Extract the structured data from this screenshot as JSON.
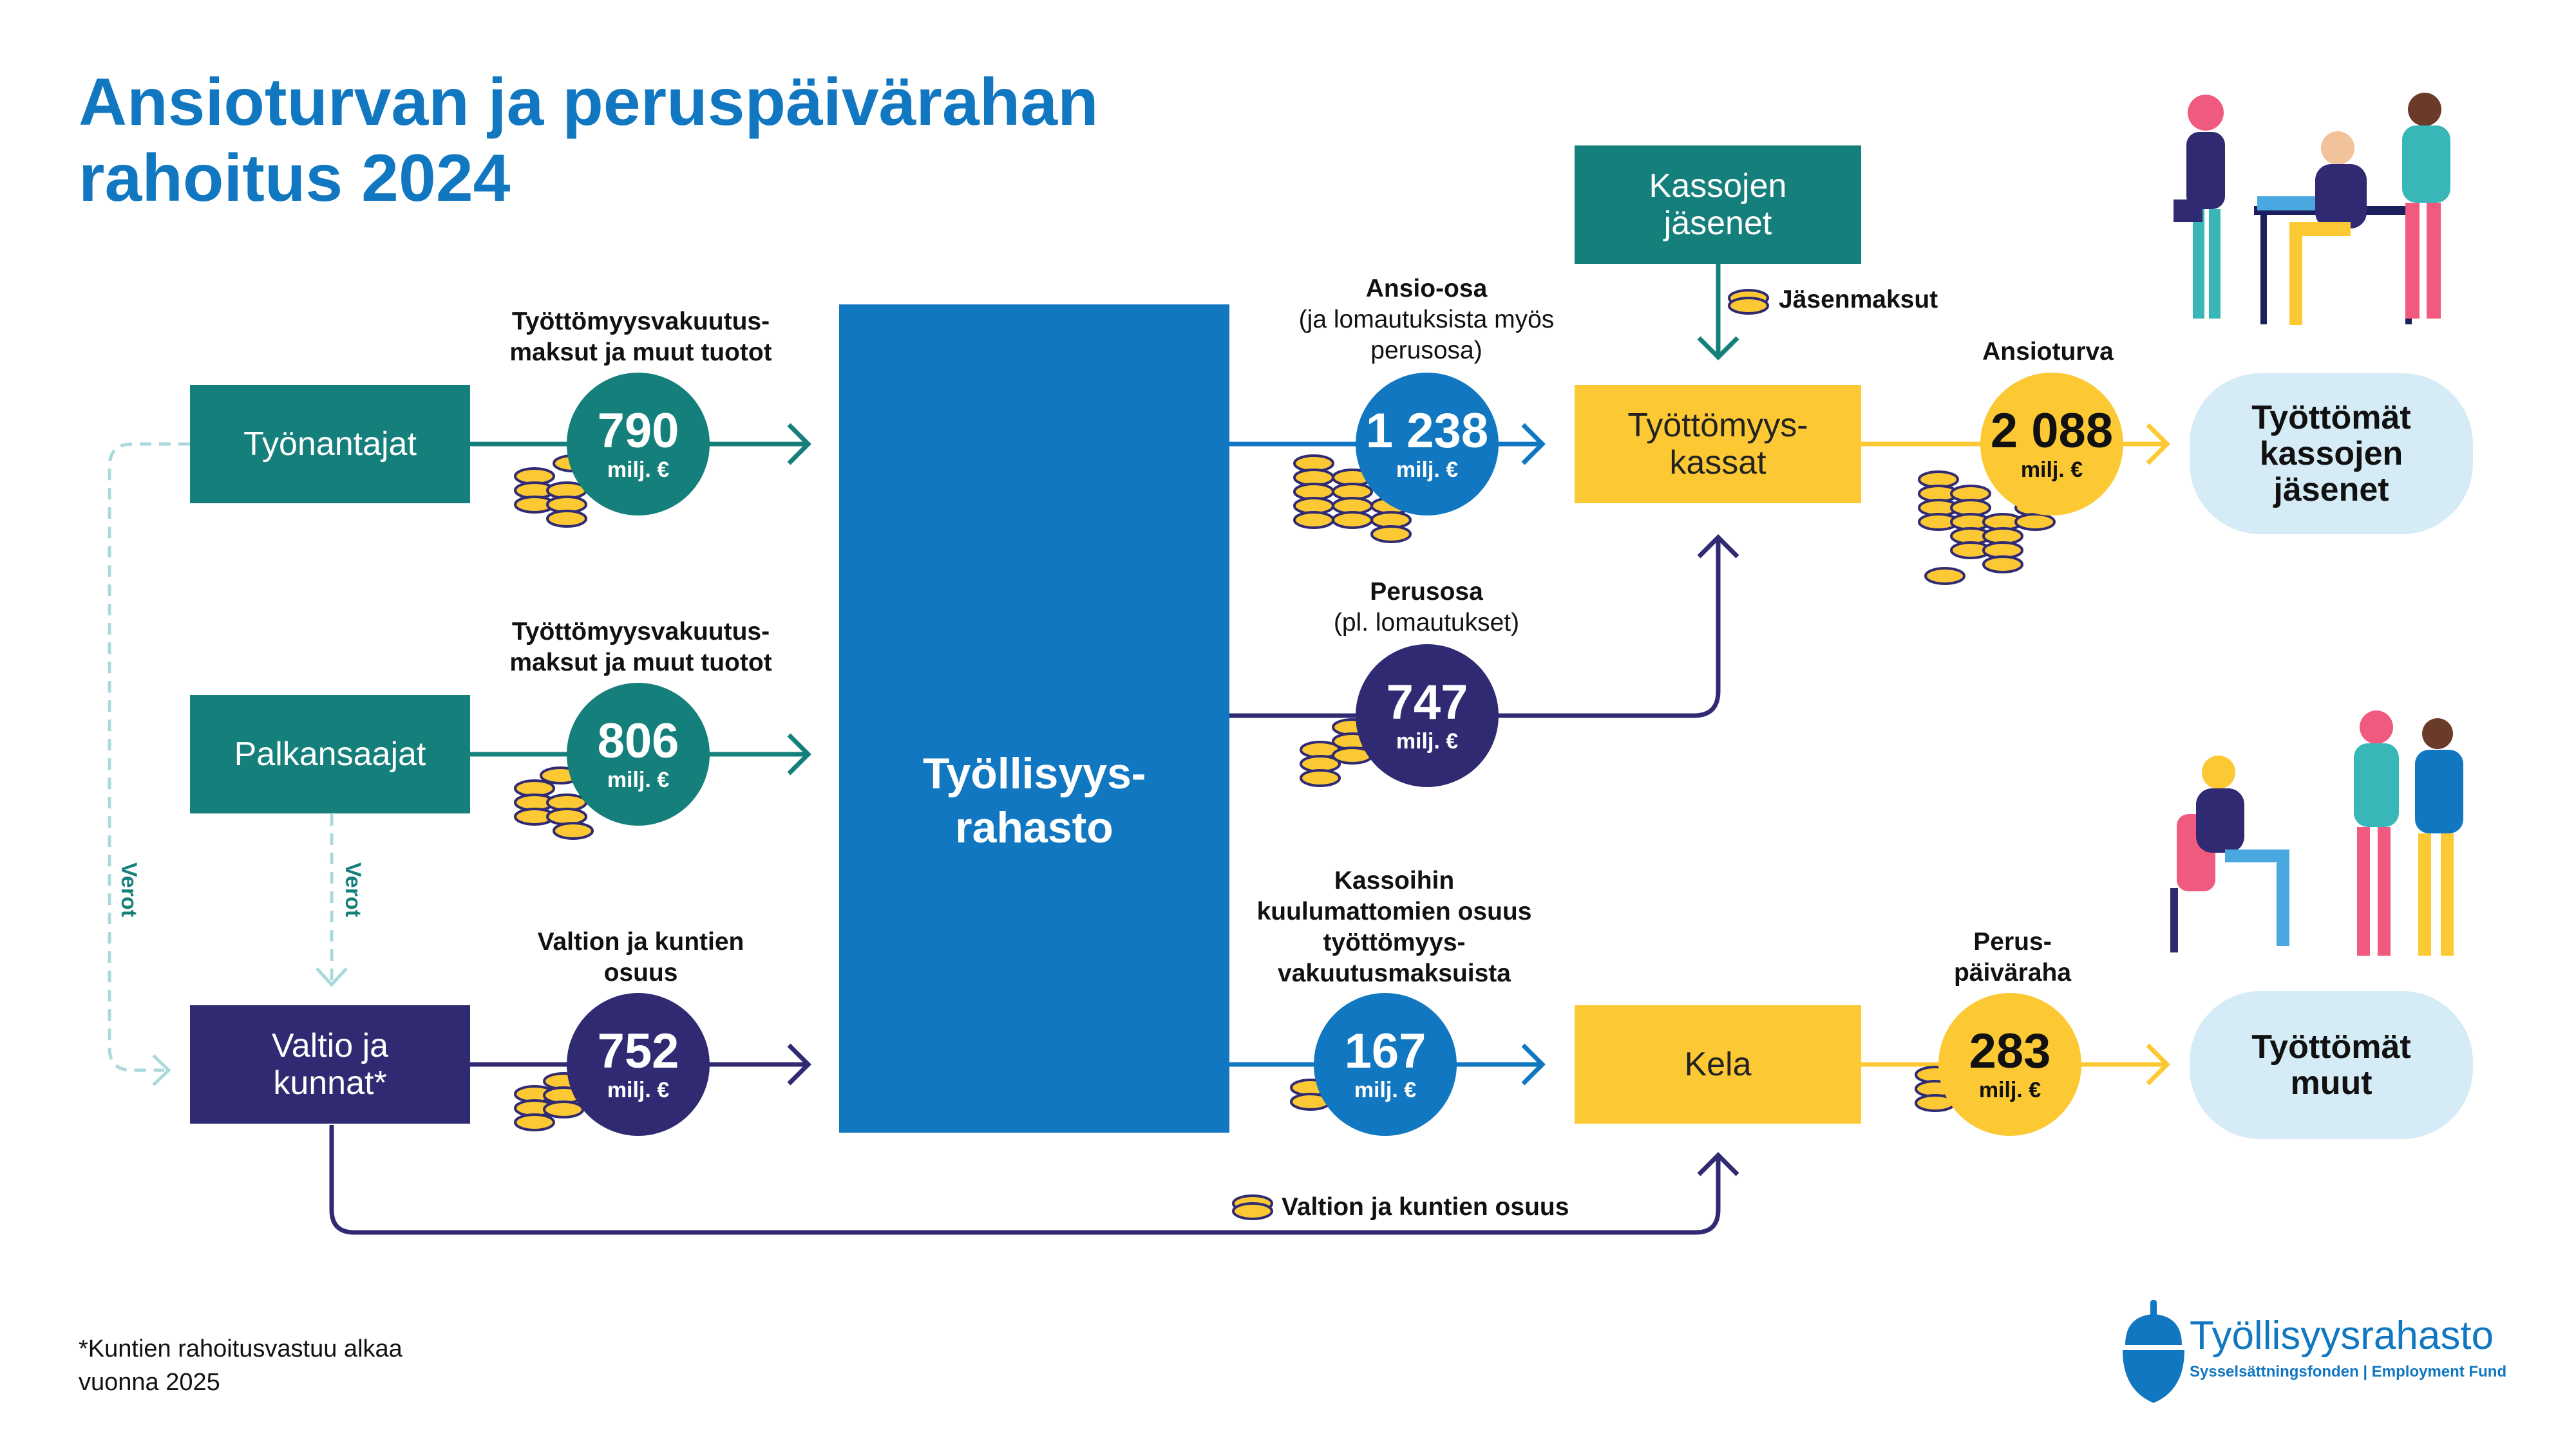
{
  "title": "Ansioturvan ja peruspäivärahan rahoitus 2024",
  "sources": {
    "employers": "Työnantajat",
    "employees": "Palkansaajat",
    "state": "Valtio ja kunnat*"
  },
  "captions": {
    "employers": "Työttömyysvakuutus-maksut ja muut tuotot",
    "employees": "Työttömyysvakuutus-maksut ja muut tuotot",
    "state": "Valtion ja kuntien osuus",
    "ansio_head": "Ansio-osa",
    "ansio_sub": "(ja lomautuksista myös perusosa)",
    "perus_head": "Perusosa",
    "perus_sub": "(pl. lomautukset)",
    "kela_in": "Kassoihin kuulumattomien osuus työttömyys-vakuutusmaksuista",
    "ansioturva": "Ansioturva",
    "peruspaivaraha": "Perus-päiväraha",
    "member_fees": "Jäsenmaksut",
    "state_share_bottom": "Valtion ja kuntien osuus",
    "taxes_1": "Verot",
    "taxes_2": "Verot"
  },
  "amounts": {
    "employers": "790",
    "employees": "806",
    "state": "752",
    "ansio": "1 238",
    "perus": "747",
    "kela_in": "167",
    "ansioturva": "2 088",
    "peruspaivaraha": "283",
    "unit": "milj. €"
  },
  "fund": "Työllisyys-rahasto",
  "members": "Kassojen jäsenet",
  "funds_box": "Työttömyys-kassat",
  "kela": "Kela",
  "recipients": {
    "members": "Työttömät kassojen jäsenet",
    "others": "Työttömät muut"
  },
  "footnote": "*Kuntien rahoitusvastuu alkaa vuonna 2025",
  "logo": {
    "name": "Työllisyysrahasto",
    "sub": "Sysselsättningsfonden | Employment Fund"
  },
  "colors": {
    "blue": "#1177c0",
    "teal": "#157f7b",
    "navy": "#302a72",
    "yellow": "#fcc934",
    "light_blue": "#d5ebf6"
  }
}
